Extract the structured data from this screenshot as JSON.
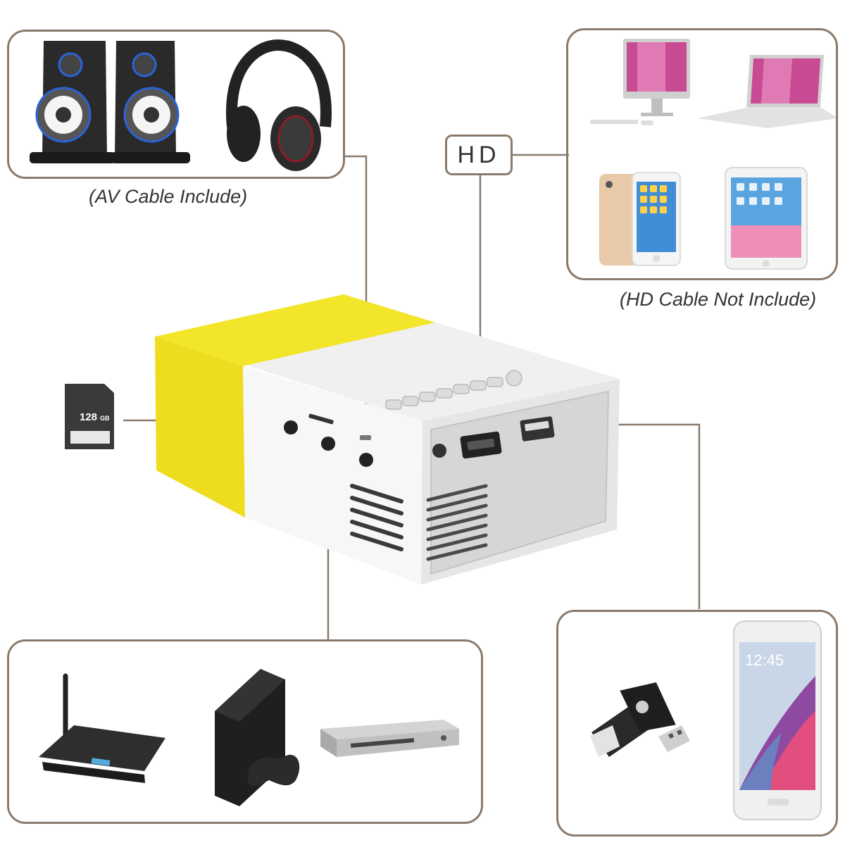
{
  "captions": {
    "av": "(AV Cable Include)",
    "hd_cable": "(HD Cable Not Include)"
  },
  "hd_label": "HD",
  "sd_card": {
    "capacity": "128",
    "unit": "GB"
  },
  "phone": {
    "time": "12:45"
  },
  "colors": {
    "panel_border": "#8a7a6c",
    "projector_yellow": "#f2e52a",
    "projector_body": "#f2f2f2"
  }
}
